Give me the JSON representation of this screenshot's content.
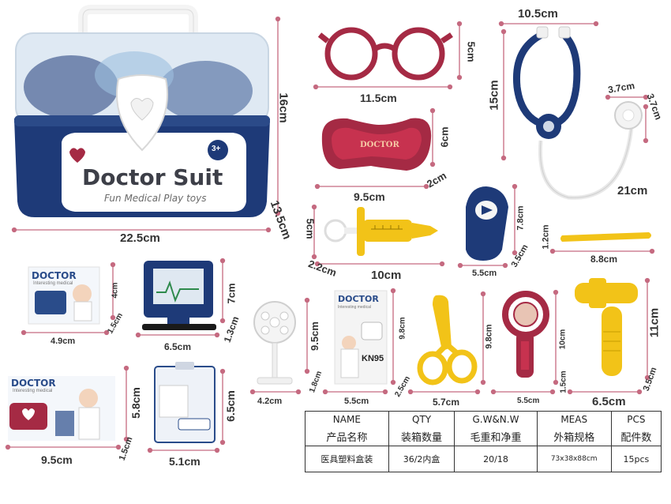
{
  "dimensions": {
    "case_width": "22.5cm",
    "case_height": "16cm",
    "case_depth": "13.5cm",
    "glasses_width": "11.5cm",
    "glasses_height": "5cm",
    "stethoscope_width": "10.5cm",
    "stethoscope_height": "15cm",
    "stethoscope_tube": "21cm",
    "chestpiece_w": "3.7cm",
    "chestpiece_h": "3.7cm",
    "tray_width": "9.5cm",
    "tray_height": "6cm",
    "tray_depth": "2cm",
    "syringe_height": "5cm",
    "syringe_width": "10cm",
    "syringe_depth": "2.2cm",
    "thermometer_w": "5.5cm",
    "thermometer_h": "7.8cm",
    "thermometer_d": "3.5cm",
    "tongue_len": "8.8cm",
    "tongue_h": "1.2cm",
    "card1_w": "4.9cm",
    "card1_h": "4cm",
    "card1_d": "1.5cm",
    "monitor_w": "6.5cm",
    "monitor_h": "7cm",
    "monitor_d": "1.3cm",
    "mirror_w": "4.2cm",
    "mirror_h": "9.5cm",
    "mirror_d": "1.8cm",
    "book_w": "5.5cm",
    "book_h": "9.8cm",
    "book_d": "2.5cm",
    "scissors_w": "5.7cm",
    "scissors_h": "9.8cm",
    "otoscope_w": "5.5cm",
    "otoscope_h": "10cm",
    "otoscope_d": "1.5cm",
    "hammer_w": "6.5cm",
    "hammer_h": "11cm",
    "hammer_d": "3.5cm",
    "box_w": "9.5cm",
    "box_h": "5.8cm",
    "box_d": "1.5cm",
    "badge_w": "5.1cm",
    "badge_h": "6.5cm"
  },
  "case": {
    "title": "Doctor Suit",
    "subtitle": "Fun Medical Play toys",
    "age": "3+"
  },
  "labels": {
    "doctor": "DOCTOR",
    "interesting": "Interesting medical",
    "kn95": "KN95"
  },
  "spec_table": {
    "headers_en": [
      "NAME",
      "QTY",
      "G.W&N.W",
      "MEAS",
      "PCS"
    ],
    "headers_cn": [
      "产品名称",
      "装箱数量",
      "毛重和净重",
      "外箱规格",
      "配件数"
    ],
    "row": [
      "医具塑料盒装",
      "36/2内盒",
      "20/18",
      "73x38x88cm",
      "15pcs"
    ]
  },
  "colors": {
    "dim_line": "#c56a80",
    "case_navy": "#1e3a78",
    "maroon": "#a52a44",
    "yellow": "#f2c318"
  }
}
